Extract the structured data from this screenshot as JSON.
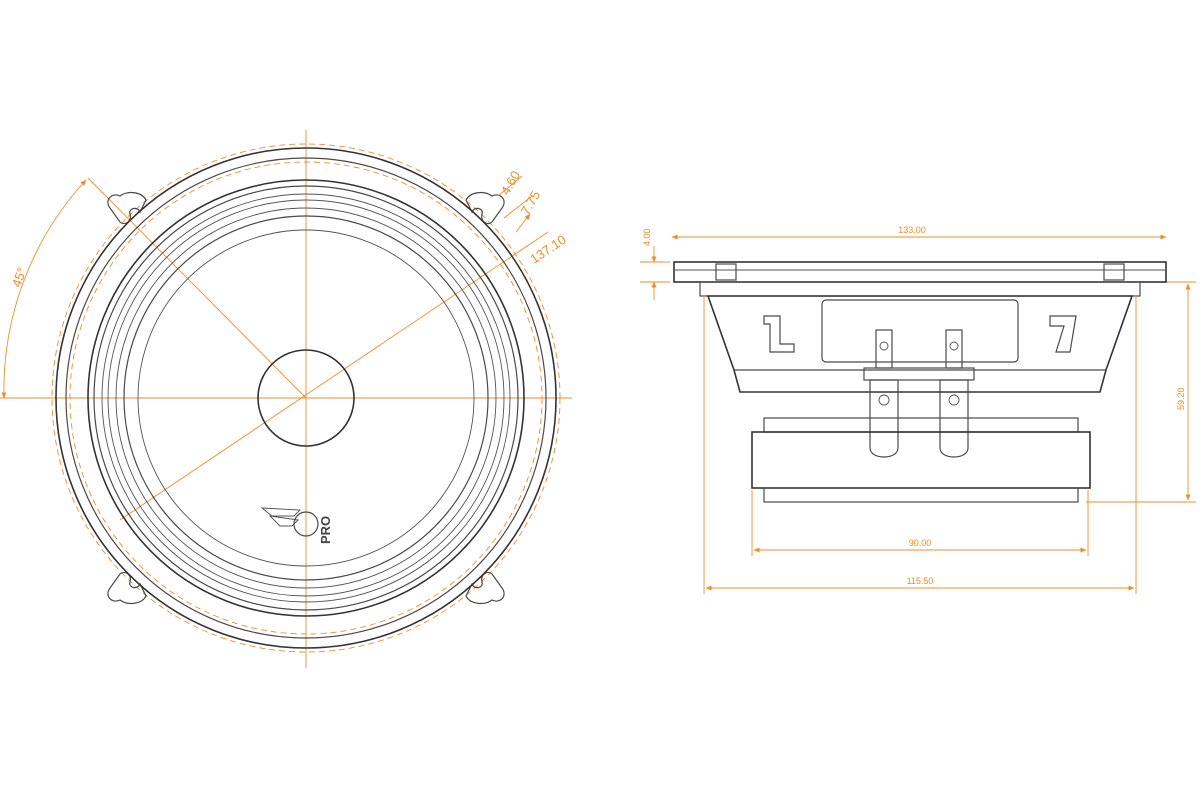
{
  "colors": {
    "outline": "#4a4a4a",
    "dimension": "#f28c28",
    "background": "#ffffff"
  },
  "front_view": {
    "angle_label": "45°",
    "dim_a": "4.60",
    "dim_b": "7.75",
    "dim_diameter": "137.10",
    "logo_text": "PRO"
  },
  "side_view": {
    "dim_top_width": "133.00",
    "dim_flange_height": "4.00",
    "dim_depth": "59.20",
    "dim_magnet_width": "90.00",
    "dim_basket_width": "115.50"
  }
}
